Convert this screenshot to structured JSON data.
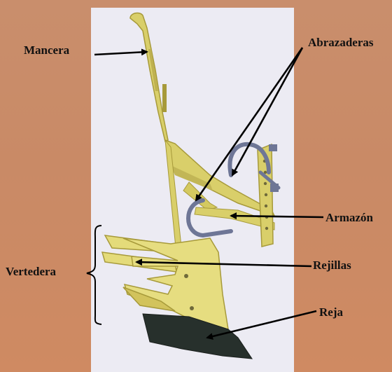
{
  "labels": {
    "mancera": "Mancera",
    "abrazaderas": "Abrazaderas",
    "armazon": "Armazón",
    "rejillas": "Rejillas",
    "vertedera": "Vertedera",
    "reja": "Reja"
  },
  "colors": {
    "background": "#c98a66",
    "photo_background": "#ecebf3",
    "frame_yellow": "#d9cf6a",
    "frame_yellow_dark": "#a79a3a",
    "clamp_steel": "#6e7696",
    "share_dark": "#27302c",
    "arrow": "#000000"
  }
}
